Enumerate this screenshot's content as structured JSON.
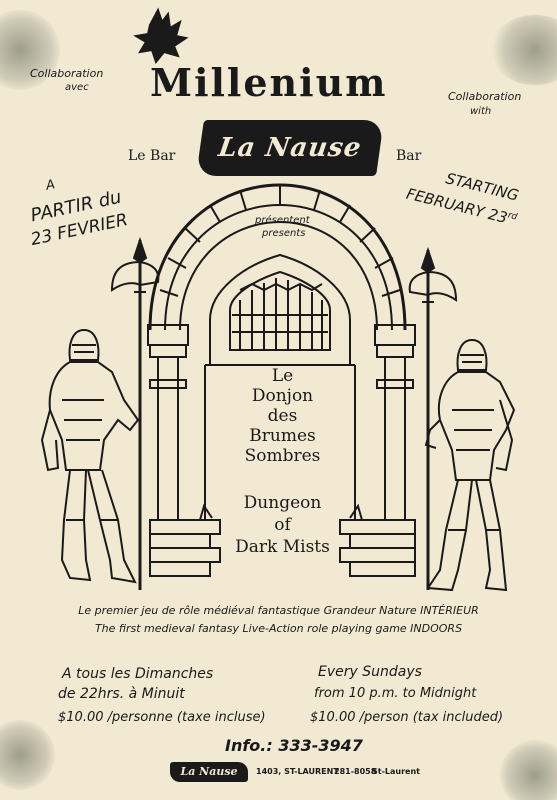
{
  "header": {
    "collab_fr_line1": "Collaboration",
    "collab_fr_line2": "avec",
    "collab_en_line1": "Collaboration",
    "collab_en_line2": "with",
    "title": "Millenium",
    "bar_left": "Le Bar",
    "bar_logo": "La Nause",
    "bar_right": "Bar"
  },
  "dates": {
    "fr_line1": "A",
    "fr_line2": "PARTIR du",
    "fr_line3": "23 FEVRIER",
    "en_line1": "STARTING",
    "en_line2": "FEBRUARY 23",
    "en_suffix": "rd"
  },
  "presents": {
    "fr": "présentent",
    "en": "presents"
  },
  "door": {
    "fr_l1": "Le",
    "fr_l2": "Donjon",
    "fr_l3": "des",
    "fr_l4": "Brumes",
    "fr_l5": "Sombres",
    "en_l1": "Dungeon",
    "en_l2": "of",
    "en_l3": "Dark Mists"
  },
  "tagline": {
    "fr": "Le premier jeu de rôle médiéval fantastique Grandeur Nature INTÉRIEUR",
    "en": "The first medieval fantasy Live-Action role playing game INDOORS"
  },
  "schedule": {
    "fr_l1": "A tous les Dimanches",
    "fr_l2": "de 22hrs. à Minuit",
    "fr_price": "$10.00 /personne (taxe incluse)",
    "en_l1": "Every Sundays",
    "en_l2": "from 10 p.m. to Midnight",
    "en_price": "$10.00 /person (tax included)"
  },
  "info": "Info.: 333-3947",
  "footer": {
    "logo": "La Nause",
    "address": "1403, ST-LAURENT",
    "phone": "281-8058",
    "metro": "St-Laurent"
  }
}
